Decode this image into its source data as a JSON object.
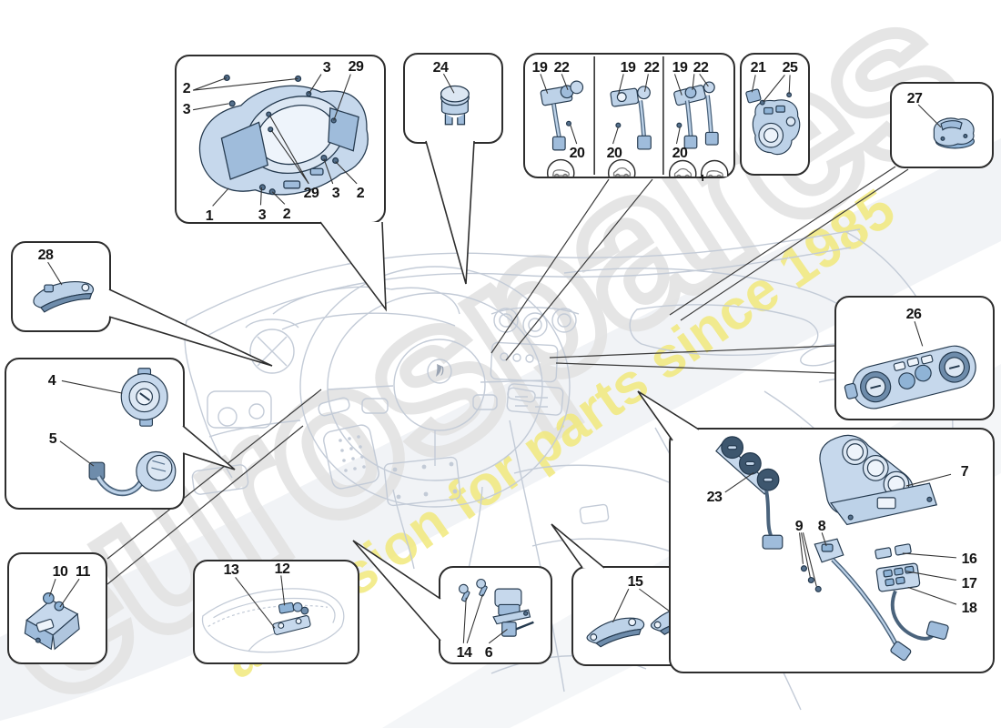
{
  "watermark": {
    "brand": "eurospares",
    "tagline": "a passion for parts since 1985",
    "brand_outline_color": "#e3e3e3",
    "tagline_color": "#f1e97c"
  },
  "symbols": {
    "plus": "+"
  },
  "part_color": "#bdd2e8",
  "callouts": {
    "cluster": [
      "2",
      "3",
      "3",
      "29",
      "1",
      "3",
      "2",
      "29",
      "3",
      "2"
    ],
    "button": [
      "24"
    ],
    "variant1": [
      "19",
      "22",
      "20"
    ],
    "variant2": [
      "19",
      "22",
      "20"
    ],
    "variant3": [
      "19",
      "22",
      "20"
    ],
    "module": [
      "21",
      "25"
    ],
    "sensor": [
      "27"
    ],
    "paddle": [
      "28"
    ],
    "ignition": [
      "4",
      "5"
    ],
    "column_switch": [
      "10",
      "11"
    ],
    "console": [
      "13",
      "12"
    ],
    "valve": [
      "14",
      "6"
    ],
    "paddles": [
      "15"
    ],
    "climate": [
      "26"
    ],
    "assembly": [
      "23",
      "7",
      "9",
      "8",
      "16",
      "17",
      "18"
    ]
  }
}
